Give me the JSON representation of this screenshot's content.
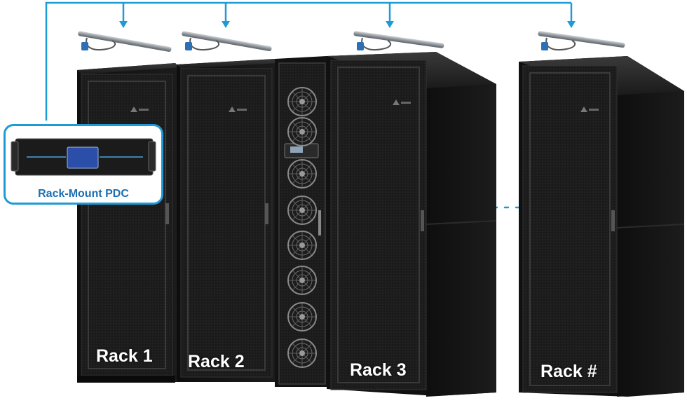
{
  "racks": [
    {
      "label": "Rack 1"
    },
    {
      "label": "Rack 2"
    },
    {
      "label": "Rack 3"
    },
    {
      "label": "Rack #"
    }
  ],
  "callout": {
    "label": "Rack-Mount PDC"
  },
  "colors": {
    "connector_line": "#1e9bd7",
    "callout_text": "#1a6fb0",
    "rack_body": "#151515",
    "rack_door": "#202020"
  },
  "icons": [
    "rack-pdu-strip-icon",
    "cooling-fan-icon",
    "rack-mount-pdc-icon",
    "brand-logo-icon"
  ]
}
